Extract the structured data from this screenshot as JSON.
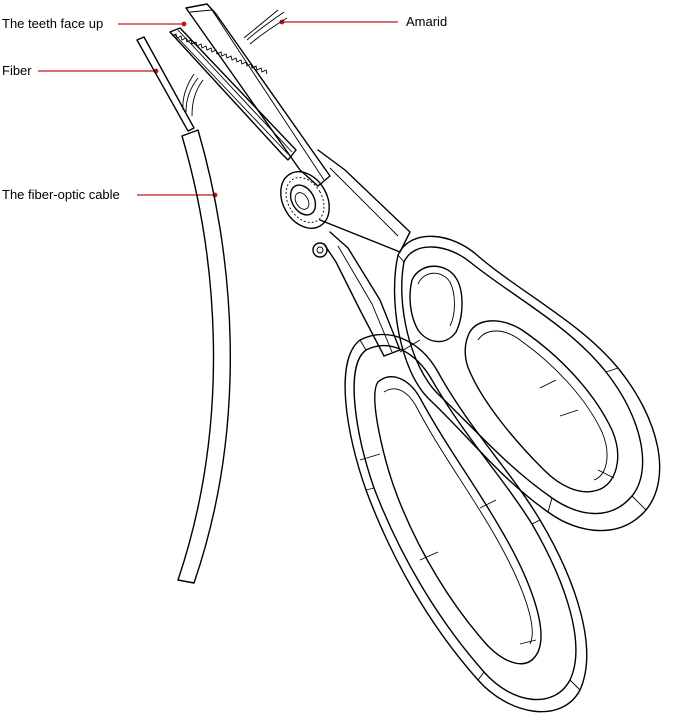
{
  "labels": {
    "teeth": "The teeth face up",
    "fiber": "Fiber",
    "cable": "The fiber-optic cable",
    "amarid": "Amarid"
  },
  "colors": {
    "leader": "#c0161f",
    "outline": "#000000",
    "background": "#ffffff"
  }
}
